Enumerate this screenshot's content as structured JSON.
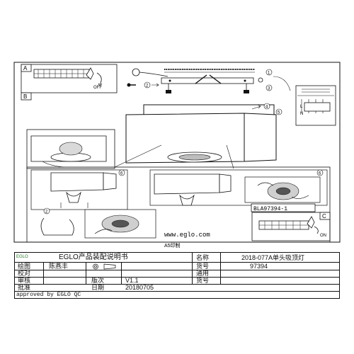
{
  "sections": {
    "a": "A",
    "b": "B",
    "c": "C"
  },
  "steps": {
    "s1": "1",
    "s2": "2",
    "s3": "3",
    "s4": "4",
    "s5": "5",
    "s6": "6"
  },
  "switch": {
    "off": "OFF",
    "on": "ON"
  },
  "terminal": {
    "l": "L",
    "n": "N"
  },
  "model_label": "BLA97394-1",
  "website": "www.eglo.com",
  "print_size": "A5印制",
  "title_block": {
    "logo_text": "EGLO",
    "manual_title": "EGLO产品装配说明书",
    "drawing_label": "绘图",
    "drawing_value": "陈燕丰",
    "check_label": "校对",
    "review_label": "审核",
    "approve_label": "批准",
    "version_label": "版次",
    "version_value": "V1.1",
    "date_label": "日期",
    "date_value": "20180705",
    "name_label": "名称",
    "name_value": "2018-077A单头吸顶灯",
    "item_label": "货号",
    "item_value": "97394",
    "applicable_label": "通用",
    "item2_label": "货号",
    "footer": "approved by EGLO QC"
  },
  "colors": {
    "line": "#111111",
    "paper": "#ffffff",
    "shade": "#bdbdbd",
    "dark": "#555555"
  }
}
